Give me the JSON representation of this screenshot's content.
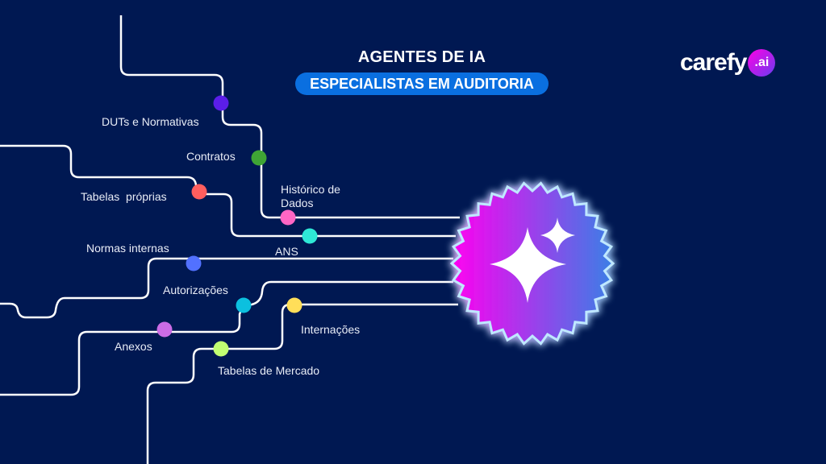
{
  "header": {
    "title": "AGENTES DE IA",
    "subtitle": "ESPECIALISTAS EM AUDITORIA"
  },
  "logo": {
    "word": "carefy",
    "badge": ".ai"
  },
  "hub": {
    "icon": "sparkles-icon",
    "gradient": [
      "#ff00f0",
      "#3a7fe6"
    ],
    "glow": "#7fd0ff"
  },
  "sources": [
    {
      "label": "DUTs e Normativas",
      "color": "#5b1ee8"
    },
    {
      "label": "Contratos",
      "color": "#3fa535"
    },
    {
      "label": "Histórico de\nDados",
      "color": "#ff66c4"
    },
    {
      "label": "Tabelas  próprias",
      "color": "#ff5e5e"
    },
    {
      "label": "ANS",
      "color": "#2ee8d6"
    },
    {
      "label": "Normas internas",
      "color": "#5271ff"
    },
    {
      "label": "Autorizações",
      "color": "#0cc0df"
    },
    {
      "label": "Anexos",
      "color": "#cb6ce6"
    },
    {
      "label": "Tabelas de Mercado",
      "color": "#c1ff72"
    },
    {
      "label": "Internações",
      "color": "#ffde59"
    }
  ],
  "colors": {
    "background": "#001852",
    "line": "#ffffff",
    "pill": "#0a6fe0"
  }
}
